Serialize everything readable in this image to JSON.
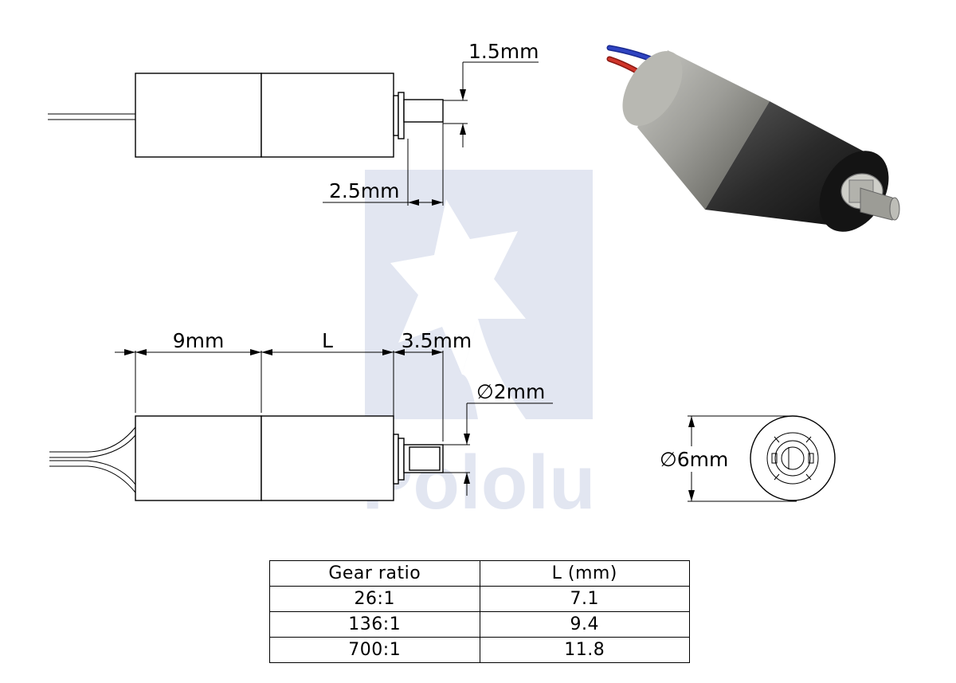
{
  "watermark": "Pololu",
  "top_view": {
    "shaft_flat_dim": "1.5mm",
    "shaft_len_dim": "2.5mm"
  },
  "bottom_view": {
    "motor_len_dim": "9mm",
    "gearbox_len_dim": "L",
    "shaft_len_dim": "3.5mm",
    "shaft_diameter_dim": "2mm",
    "diameter_symbol": "∅"
  },
  "end_view": {
    "diameter_dim": "6mm",
    "diameter_symbol": "∅"
  },
  "colors": {
    "wire_red": "#c8281e",
    "wire_blue": "#2a3aa8",
    "motor_can": "#9a9a96",
    "gearbox": "#222222",
    "watermark": "#dfe3ef"
  },
  "table": {
    "headers": [
      "Gear ratio",
      "L (mm)"
    ],
    "rows": [
      [
        "26:1",
        "7.1"
      ],
      [
        "136:1",
        "9.4"
      ],
      [
        "700:1",
        "11.8"
      ]
    ]
  }
}
